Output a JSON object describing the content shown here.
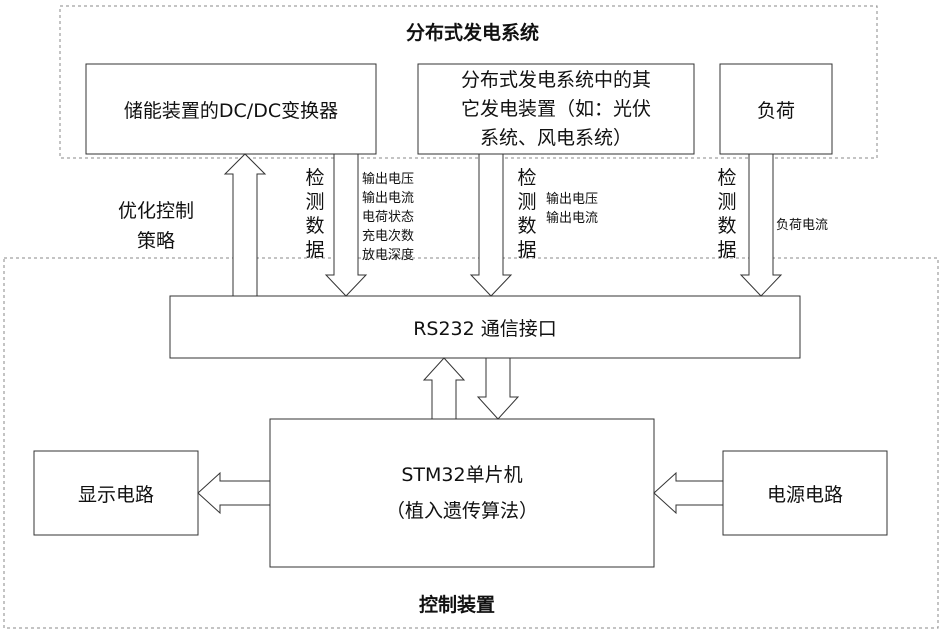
{
  "groups": {
    "generation_system": "分布式发电系统",
    "control_device": "控制装置"
  },
  "boxes": {
    "storage_converter": "储能装置的DC/DC变换器",
    "other_generation": [
      "分布式发电系统中的其",
      "它发电装置（如：光伏",
      "系统、风电系统）"
    ],
    "load": "负荷",
    "rs232": "RS232 通信接口",
    "mcu": [
      "STM32单片机",
      "（植入遗传算法）"
    ],
    "display": "显示电路",
    "power": "电源电路"
  },
  "arrow_labels": {
    "strategy": [
      "优化控制",
      "策略"
    ],
    "detect_1": [
      "检",
      "测",
      "数",
      "据"
    ],
    "detect_2": [
      "检",
      "测",
      "数",
      "据"
    ],
    "detect_3": [
      "检",
      "测",
      "数",
      "据"
    ],
    "signals_storage": [
      "输出电压",
      "输出电流",
      "电荷状态",
      "充电次数",
      "放电深度"
    ],
    "signals_other": [
      "输出电压",
      "输出电流"
    ],
    "signals_load": [
      "负荷电流"
    ]
  }
}
